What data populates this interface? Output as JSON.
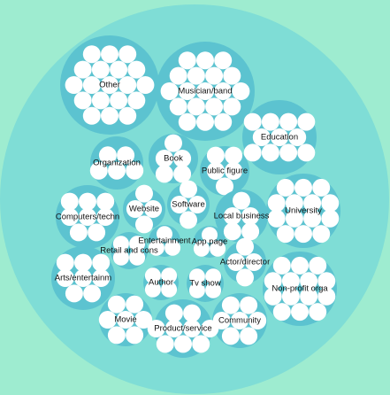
{
  "colors": {
    "background": "#9eecd0",
    "root": "#7fddd6",
    "group": "#5cc3d0",
    "leaf": "#ffffff"
  },
  "groups": [
    {
      "label": "Other"
    },
    {
      "label": "Musician/band"
    },
    {
      "label": "Education"
    },
    {
      "label": "Organization"
    },
    {
      "label": "Book"
    },
    {
      "label": "Public figure"
    },
    {
      "label": "Computers/techn"
    },
    {
      "label": "Website"
    },
    {
      "label": "Software"
    },
    {
      "label": "Local business"
    },
    {
      "label": "University"
    },
    {
      "label": "Entertainment"
    },
    {
      "label": "App page"
    },
    {
      "label": "Retail and cons"
    },
    {
      "label": "Actor/director"
    },
    {
      "label": "Arts/entertainm"
    },
    {
      "label": "Author"
    },
    {
      "label": "Tv show"
    },
    {
      "label": "Non-profit orga"
    },
    {
      "label": "Movie"
    },
    {
      "label": "Community"
    },
    {
      "label": "Product/service"
    }
  ]
}
